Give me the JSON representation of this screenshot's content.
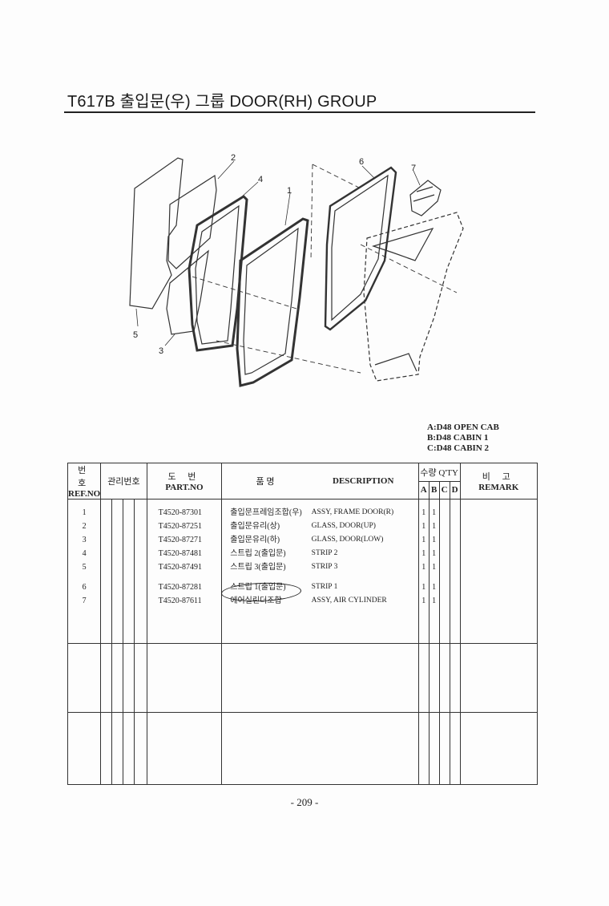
{
  "title": "T617B 출입문(우) 그룹 DOOR(RH) GROUP",
  "callouts": [
    "1",
    "2",
    "3",
    "4",
    "5",
    "6",
    "7"
  ],
  "legend": [
    "A:D48 OPEN CAB",
    "B:D48 CABIN 1",
    "C:D48 CABIN 2"
  ],
  "headers": {
    "ref_ko": "번 호",
    "ref_en": "REF.NO",
    "mgmt_ko": "관리번호",
    "part_ko": "도 번",
    "part_en": "PART.NO",
    "name_ko": "품 명",
    "desc_en": "DESCRIPTION",
    "qty": "수량 Q'TY",
    "qty_a": "A",
    "qty_b": "B",
    "qty_c": "C",
    "qty_d": "D",
    "remark_ko": "비 고",
    "remark_en": "REMARK"
  },
  "rows": [
    {
      "ref": "1",
      "part": "T4520-87301",
      "name": "출입문프레임조합(우)",
      "desc": "ASSY, FRAME DOOR(R)",
      "a": "1",
      "b": "1"
    },
    {
      "ref": "2",
      "part": "T4520-87251",
      "name": "출입문유리(상)",
      "desc": "GLASS, DOOR(UP)",
      "a": "1",
      "b": "1"
    },
    {
      "ref": "3",
      "part": "T4520-87271",
      "name": "출입문유리(하)",
      "desc": "GLASS, DOOR(LOW)",
      "a": "1",
      "b": "1"
    },
    {
      "ref": "4",
      "part": "T4520-87481",
      "name": "스트립 2(출입문)",
      "desc": "STRIP 2",
      "a": "1",
      "b": "1"
    },
    {
      "ref": "5",
      "part": "T4520-87491",
      "name": "스트립 3(출입문)",
      "desc": "STRIP 3",
      "a": "1",
      "b": "1"
    },
    {
      "ref": "6",
      "part": "T4520-87281",
      "name": "스트립 1(출입문)",
      "desc": "STRIP 1",
      "a": "1",
      "b": "1"
    },
    {
      "ref": "7",
      "part": "T4520-87611",
      "name": "에어실린더조합",
      "desc": "ASSY, AIR CYLINDER",
      "a": "1",
      "b": "1"
    }
  ],
  "page_number": "- 209 -"
}
